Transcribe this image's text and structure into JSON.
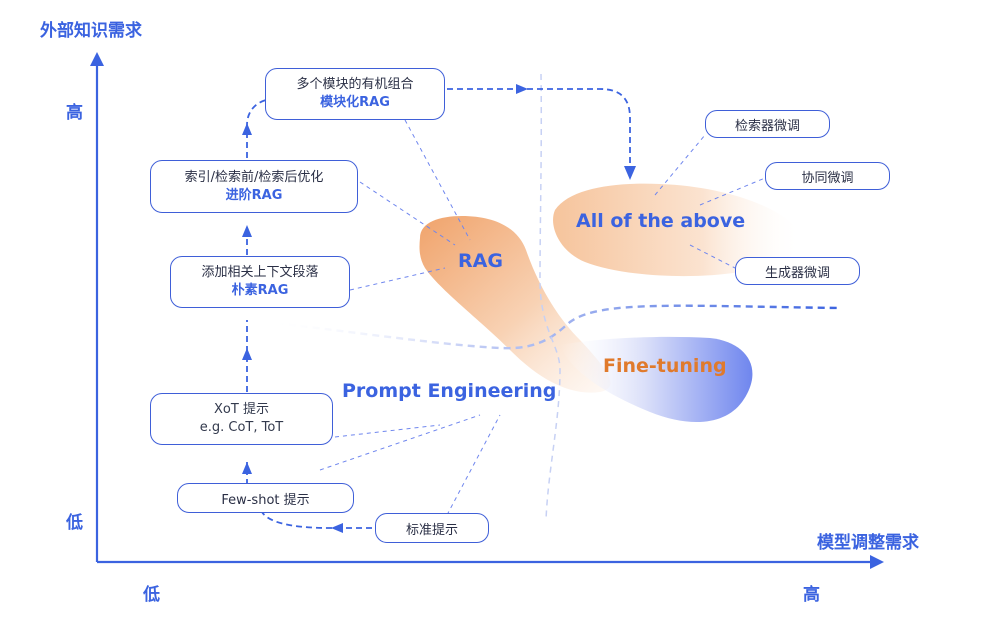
{
  "axes": {
    "y_label": "外部知识需求",
    "x_label": "模型调整需求",
    "y_high": "高",
    "y_low": "低",
    "x_low": "低",
    "x_high": "高"
  },
  "steps": [
    {
      "line1": "多个模块的有机组合",
      "line2": "模块化RAG"
    },
    {
      "line1": "索引/检索前/检索后优化",
      "line2": "进阶RAG"
    },
    {
      "line1": "添加相关上下文段落",
      "line2": "朴素RAG"
    },
    {
      "line1": "XoT 提示",
      "line2": "e.g. CoT, ToT"
    },
    {
      "line1": "Few-shot 提示",
      "line2": ""
    },
    {
      "line1": "标准提示",
      "line2": ""
    }
  ],
  "regions": {
    "rag": "RAG",
    "all": "All of the above",
    "finetune": "Fine-tuning",
    "prompt": "Prompt Engineering"
  },
  "finetune_methods": [
    "检索器微调",
    "协同微调",
    "生成器微调"
  ],
  "colors": {
    "accent": "#3b63e0",
    "orange": "#e07a2c",
    "orange_light": "#f6c7a0",
    "blue_light": "#7f95ef"
  }
}
